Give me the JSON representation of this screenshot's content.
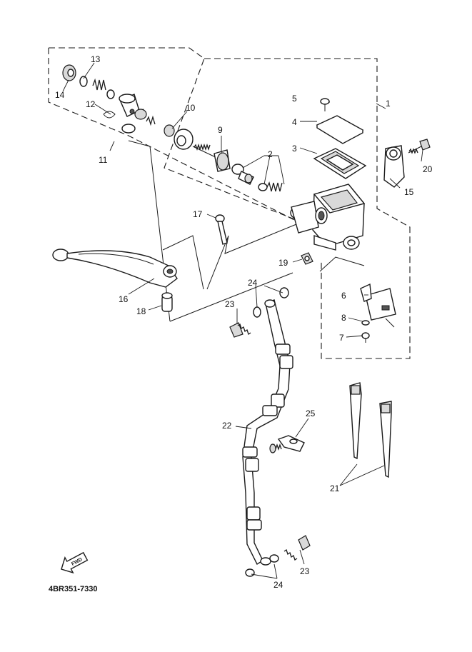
{
  "diagram": {
    "callouts": [
      "1",
      "2",
      "3",
      "4",
      "5",
      "6",
      "7",
      "8",
      "9",
      "10",
      "11",
      "12",
      "13",
      "14",
      "15",
      "16",
      "17",
      "18",
      "19",
      "20",
      "21",
      "22",
      "23",
      "23",
      "24",
      "24",
      "25"
    ],
    "part_code": "4BR351-7330",
    "fwd_label": "FWD"
  }
}
